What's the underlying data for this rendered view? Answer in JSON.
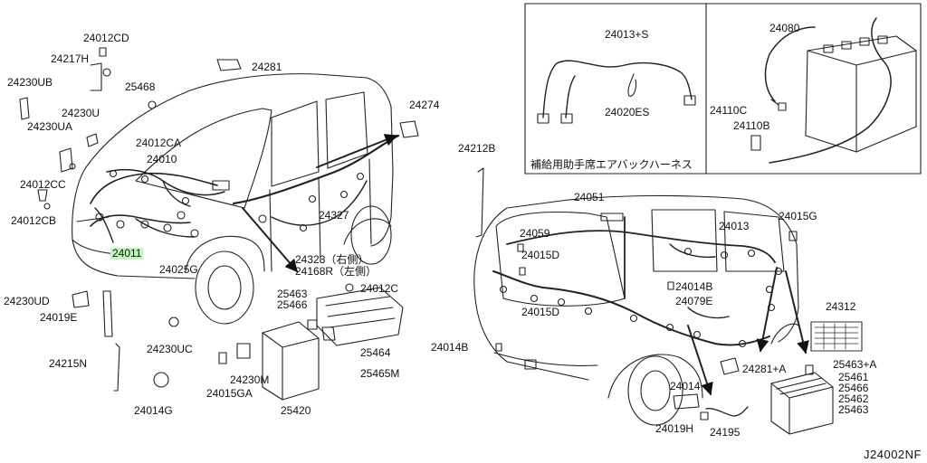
{
  "diagram": {
    "code": "J24002NF",
    "highlighted_part": "24011",
    "inset_note": "補給用助手席エアバックハーネス",
    "labels": {
      "p24012CD": "24012CD",
      "p24281": "24281",
      "p24217H": "24217H",
      "p24230UB": "24230UB",
      "p25468": "25468",
      "p24230U": "24230U",
      "p24230UA": "24230UA",
      "p24012CA": "24012CA",
      "p24010": "24010",
      "p24012CC": "24012CC",
      "p24012CB": "24012CB",
      "p24011": "24011",
      "p24025G": "24025G",
      "p24274": "24274",
      "p24327": "24327",
      "p24323": "24323（右側）",
      "p24168R": "24168R（左側）",
      "p24230UD": "24230UD",
      "p24019E": "24019E",
      "p25463": "25463",
      "p25466": "25466",
      "p24012C": "24012C",
      "p24230UC": "24230UC",
      "p25464": "25464",
      "p24215N": "24215N",
      "p24230M": "24230M",
      "p25465M": "25465M",
      "p24015GA": "24015GA",
      "p24014G": "24014G",
      "p25420": "25420",
      "p24013S": "24013+S",
      "p24020ES": "24020ES",
      "p24080": "24080",
      "p24110C": "24110C",
      "p24110B": "24110B",
      "p24212B": "24212B",
      "p24051": "24051",
      "p24059": "24059",
      "p24015D": "24015D",
      "p24015D_2": "24015D",
      "p24013": "24013",
      "p24015G": "24015G",
      "p24014B": "24014B",
      "p24079E": "24079E",
      "p24014B_2": "24014B",
      "p24312": "24312",
      "p24281A": "24281+A",
      "p25463A": "25463+A",
      "p25461": "25461",
      "p25466_2": "25466",
      "p25462": "25462",
      "p25463_2": "25463",
      "p24014": "24014",
      "p24019H": "24019H",
      "p24195": "24195"
    }
  }
}
